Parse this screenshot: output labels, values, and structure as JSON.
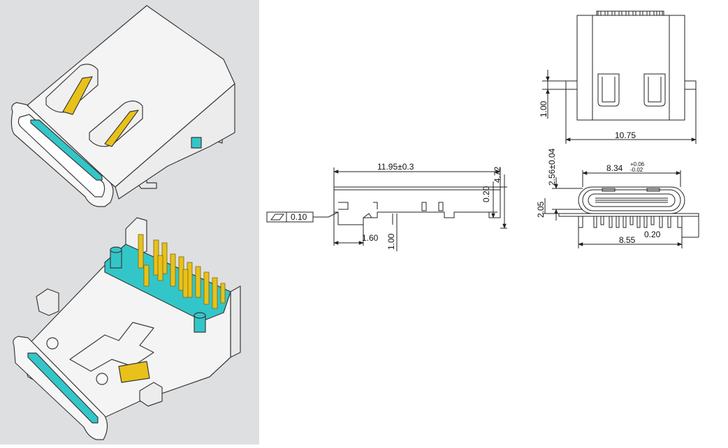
{
  "colors": {
    "panel_bg": "#dedfe1",
    "shell": "#f4f4f4",
    "outline": "#3a3a3a",
    "insulator": "#33c6c9",
    "contact": "#e8c21a",
    "line": "#222222"
  },
  "side_view": {
    "length": "11.95±0.3",
    "height": "4.72",
    "step": "0.20",
    "offset": "1.60",
    "lead": "1.00",
    "flatness_value": "0.10"
  },
  "top_view": {
    "pitch": "1.00",
    "width": "10.75"
  },
  "front_view": {
    "opening_height": "2.56±0.04",
    "opening_width_base": "8.34",
    "opening_width_tol_plus": "+0.06",
    "opening_width_tol_minus": "-0.02",
    "standoff": "2.05",
    "lead_thickness": "0.20",
    "body_width": "8.55"
  }
}
